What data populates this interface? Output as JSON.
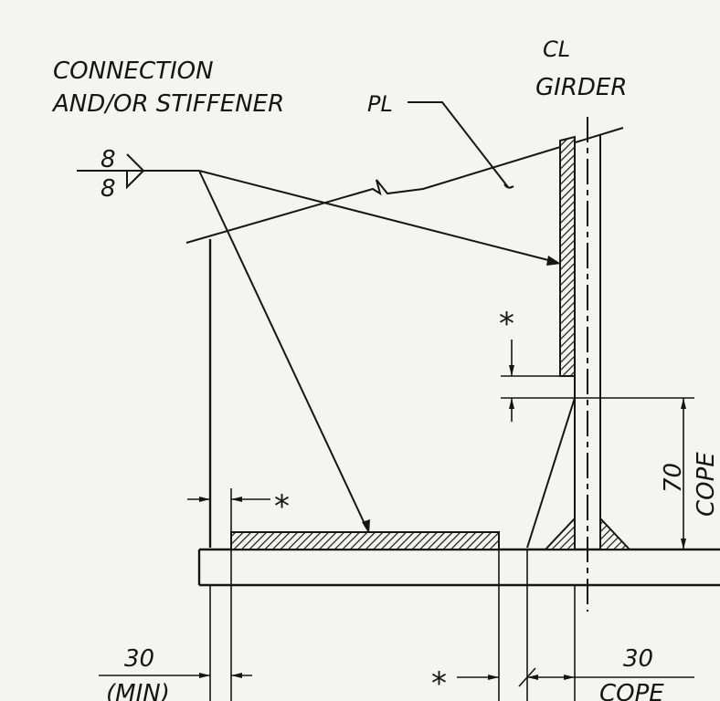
{
  "labels": {
    "leader_note_line1": "CONNECTION",
    "leader_note_line2": "AND/OR STIFFENER",
    "plate_symbol": "PL",
    "centerline_symbol": "CL",
    "girder": "GIRDER",
    "weld_size_top": "8",
    "weld_size_bottom": "8",
    "clearance_marker": "*",
    "cope_height": "70",
    "cope_height_label": "COPE",
    "min_dim_value": "30",
    "min_dim_label": "(MIN)",
    "cope_dim_value": "30",
    "cope_dim_label": "COPE"
  },
  "colors": {
    "ink": "#151515",
    "paper": "#f4f4f2"
  }
}
